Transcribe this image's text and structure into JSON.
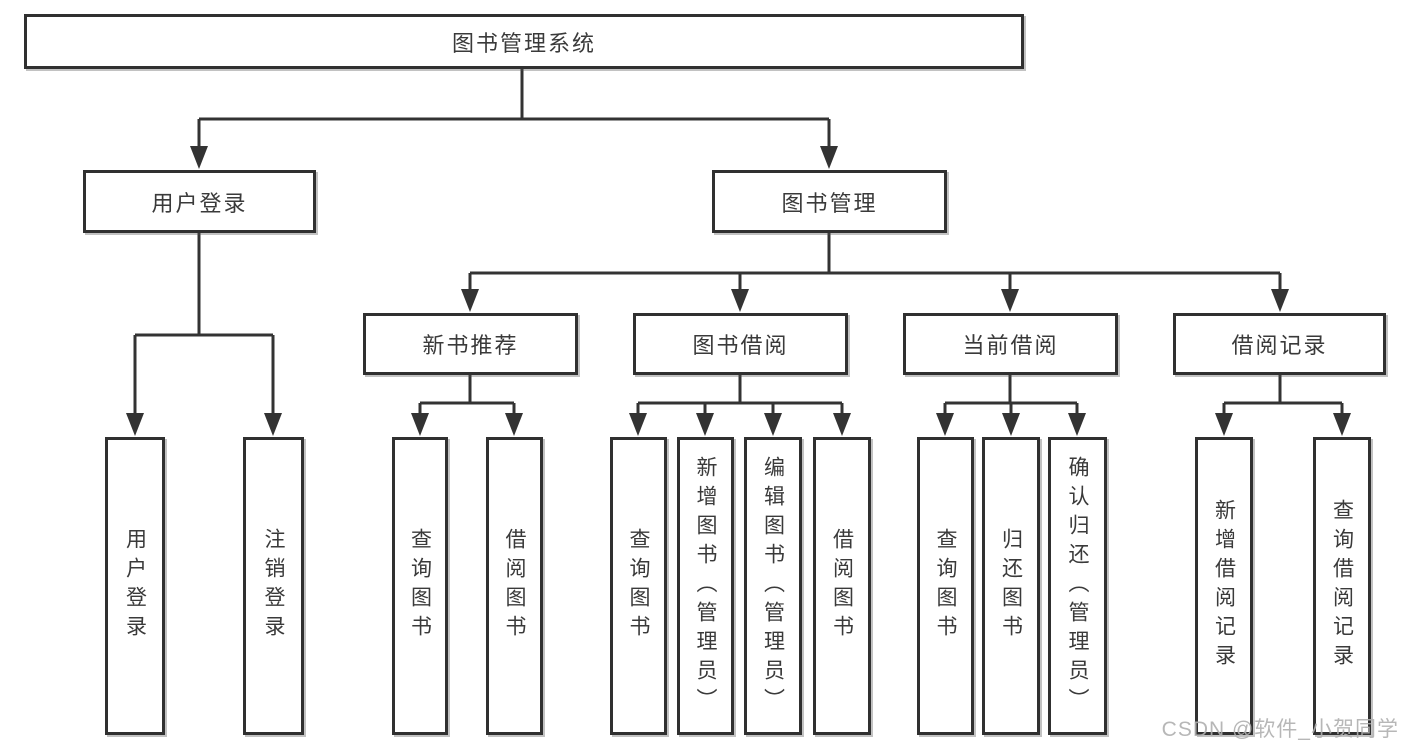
{
  "tree": {
    "root": {
      "label": "图书管理系统",
      "children": [
        {
          "label": "用户登录",
          "children": [
            {
              "label": "用户登录"
            },
            {
              "label": "注销登录"
            }
          ]
        },
        {
          "label": "图书管理",
          "children": [
            {
              "label": "新书推荐",
              "children": [
                {
                  "label": "查询图书"
                },
                {
                  "label": "借阅图书"
                }
              ]
            },
            {
              "label": "图书借阅",
              "children": [
                {
                  "label": "查询图书"
                },
                {
                  "label": "新增图书（管理员）"
                },
                {
                  "label": "编辑图书（管理员）"
                },
                {
                  "label": "借阅图书"
                }
              ]
            },
            {
              "label": "当前借阅",
              "children": [
                {
                  "label": "查询图书"
                },
                {
                  "label": "归还图书"
                },
                {
                  "label": "确认归还（管理员）"
                }
              ]
            },
            {
              "label": "借阅记录",
              "children": [
                {
                  "label": "新增借阅记录"
                },
                {
                  "label": "查询借阅记录"
                }
              ]
            }
          ]
        }
      ]
    }
  },
  "watermark": {
    "text": "CSDN @软件_小贺同学"
  },
  "colors": {
    "line": "#333333",
    "box_border": "#303030",
    "text": "#3a3a3a",
    "watermark": "#afafaf",
    "background": "#ffffff"
  }
}
